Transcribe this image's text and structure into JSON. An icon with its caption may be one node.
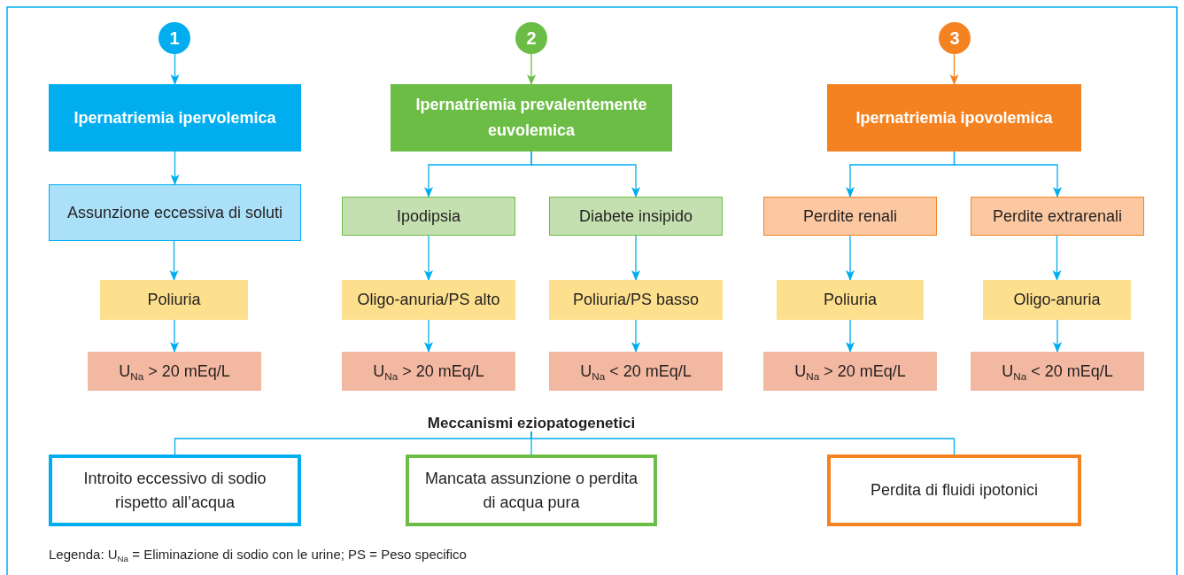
{
  "diagram": {
    "nodes": [
      {
        "text": [
          "1"
        ]
      },
      {
        "text": [
          "2"
        ]
      },
      {
        "text": [
          "3"
        ]
      },
      {
        "text": [
          "Ipernatriemia ipervolemica"
        ]
      },
      {
        "text": [
          "Ipernatriemia prevalentemente euvolemica"
        ]
      },
      {
        "text": [
          "Ipernatriemia ipovolemica"
        ]
      },
      {
        "text": [
          "Assunzione eccessiva di soluti"
        ]
      },
      {
        "text": [
          "Ipodipsia"
        ]
      },
      {
        "text": [
          "Diabete insipido"
        ]
      },
      {
        "text": [
          "Perdite renali"
        ]
      },
      {
        "text": [
          "Perdite extrarenali"
        ]
      },
      {
        "text": [
          "Poliuria"
        ]
      },
      {
        "text": [
          "Oligo-anuria/PS alto"
        ]
      },
      {
        "text": [
          "Poliuria/PS basso"
        ]
      },
      {
        "text": [
          "Poliuria"
        ]
      },
      {
        "text": [
          "Oligo-anuria"
        ]
      },
      {
        "text": [
          "U$_{Na}$ > 20 mEq/L"
        ]
      },
      {
        "text": [
          "U$_{Na}$ > 20 mEq/L"
        ]
      },
      {
        "text": [
          "U$_{Na}$ < 20 mEq/L"
        ]
      },
      {
        "text": [
          "U$_{Na}$ > 20 mEq/L"
        ]
      },
      {
        "text": [
          "U$_{Na}$ < 20 mEq/L"
        ]
      },
      {
        "text": [
          "Meccanismi eziopatogenetici"
        ]
      },
      {
        "text": [
          "Introito eccessivo di sodio rispetto all’acqua"
        ]
      },
      {
        "text": [
          "Mancata assunzione o perdita di acqua pura"
        ]
      },
      {
        "text": [
          "Perdita di fluidi ipotonici"
        ]
      }
    ],
    "edges": [
      {
        "from": 0,
        "to": 3,
        "arrow": "to"
      },
      {
        "from": 1,
        "to": 4,
        "arrow": "to",
        "color": "#6cbd45"
      },
      {
        "from": 2,
        "to": 5,
        "arrow": "to",
        "color": "#f58220"
      },
      {
        "from": 3,
        "to": 6,
        "arrow": "to"
      },
      {
        "from": 6,
        "to": 11,
        "arrow": "to"
      },
      {
        "from": 11,
        "to": 16,
        "arrow": "to"
      },
      {
        "from": 4,
        "to": 7,
        "arrow": "to"
      },
      {
        "from": 4,
        "to": 8,
        "arrow": "to"
      },
      {
        "from": 7,
        "to": 12,
        "arrow": "to"
      },
      {
        "from": 8,
        "to": 13,
        "arrow": "to"
      },
      {
        "from": 12,
        "to": 17,
        "arrow": "to"
      },
      {
        "from": 13,
        "to": 18,
        "arrow": "to"
      },
      {
        "from": 5,
        "to": 9,
        "arrow": "to"
      },
      {
        "from": 5,
        "to": 10,
        "arrow": "to"
      },
      {
        "from": 9,
        "to": 14,
        "arrow": "to"
      },
      {
        "from": 10,
        "to": 15,
        "arrow": "to"
      },
      {
        "from": 14,
        "to": 19,
        "arrow": "to"
      },
      {
        "from": 15,
        "to": 20,
        "arrow": "to"
      },
      {
        "from": 21,
        "to": 22,
        "arrow": "none"
      },
      {
        "from": 21,
        "to": 23,
        "arrow": "none"
      },
      {
        "from": 21,
        "to": 24,
        "arrow": "none"
      }
    ],
    "labels": [
      "Legenda: U$_{Na}$ = Eliminazione di sodio con le urine; PS = Peso specifico"
    ]
  }
}
